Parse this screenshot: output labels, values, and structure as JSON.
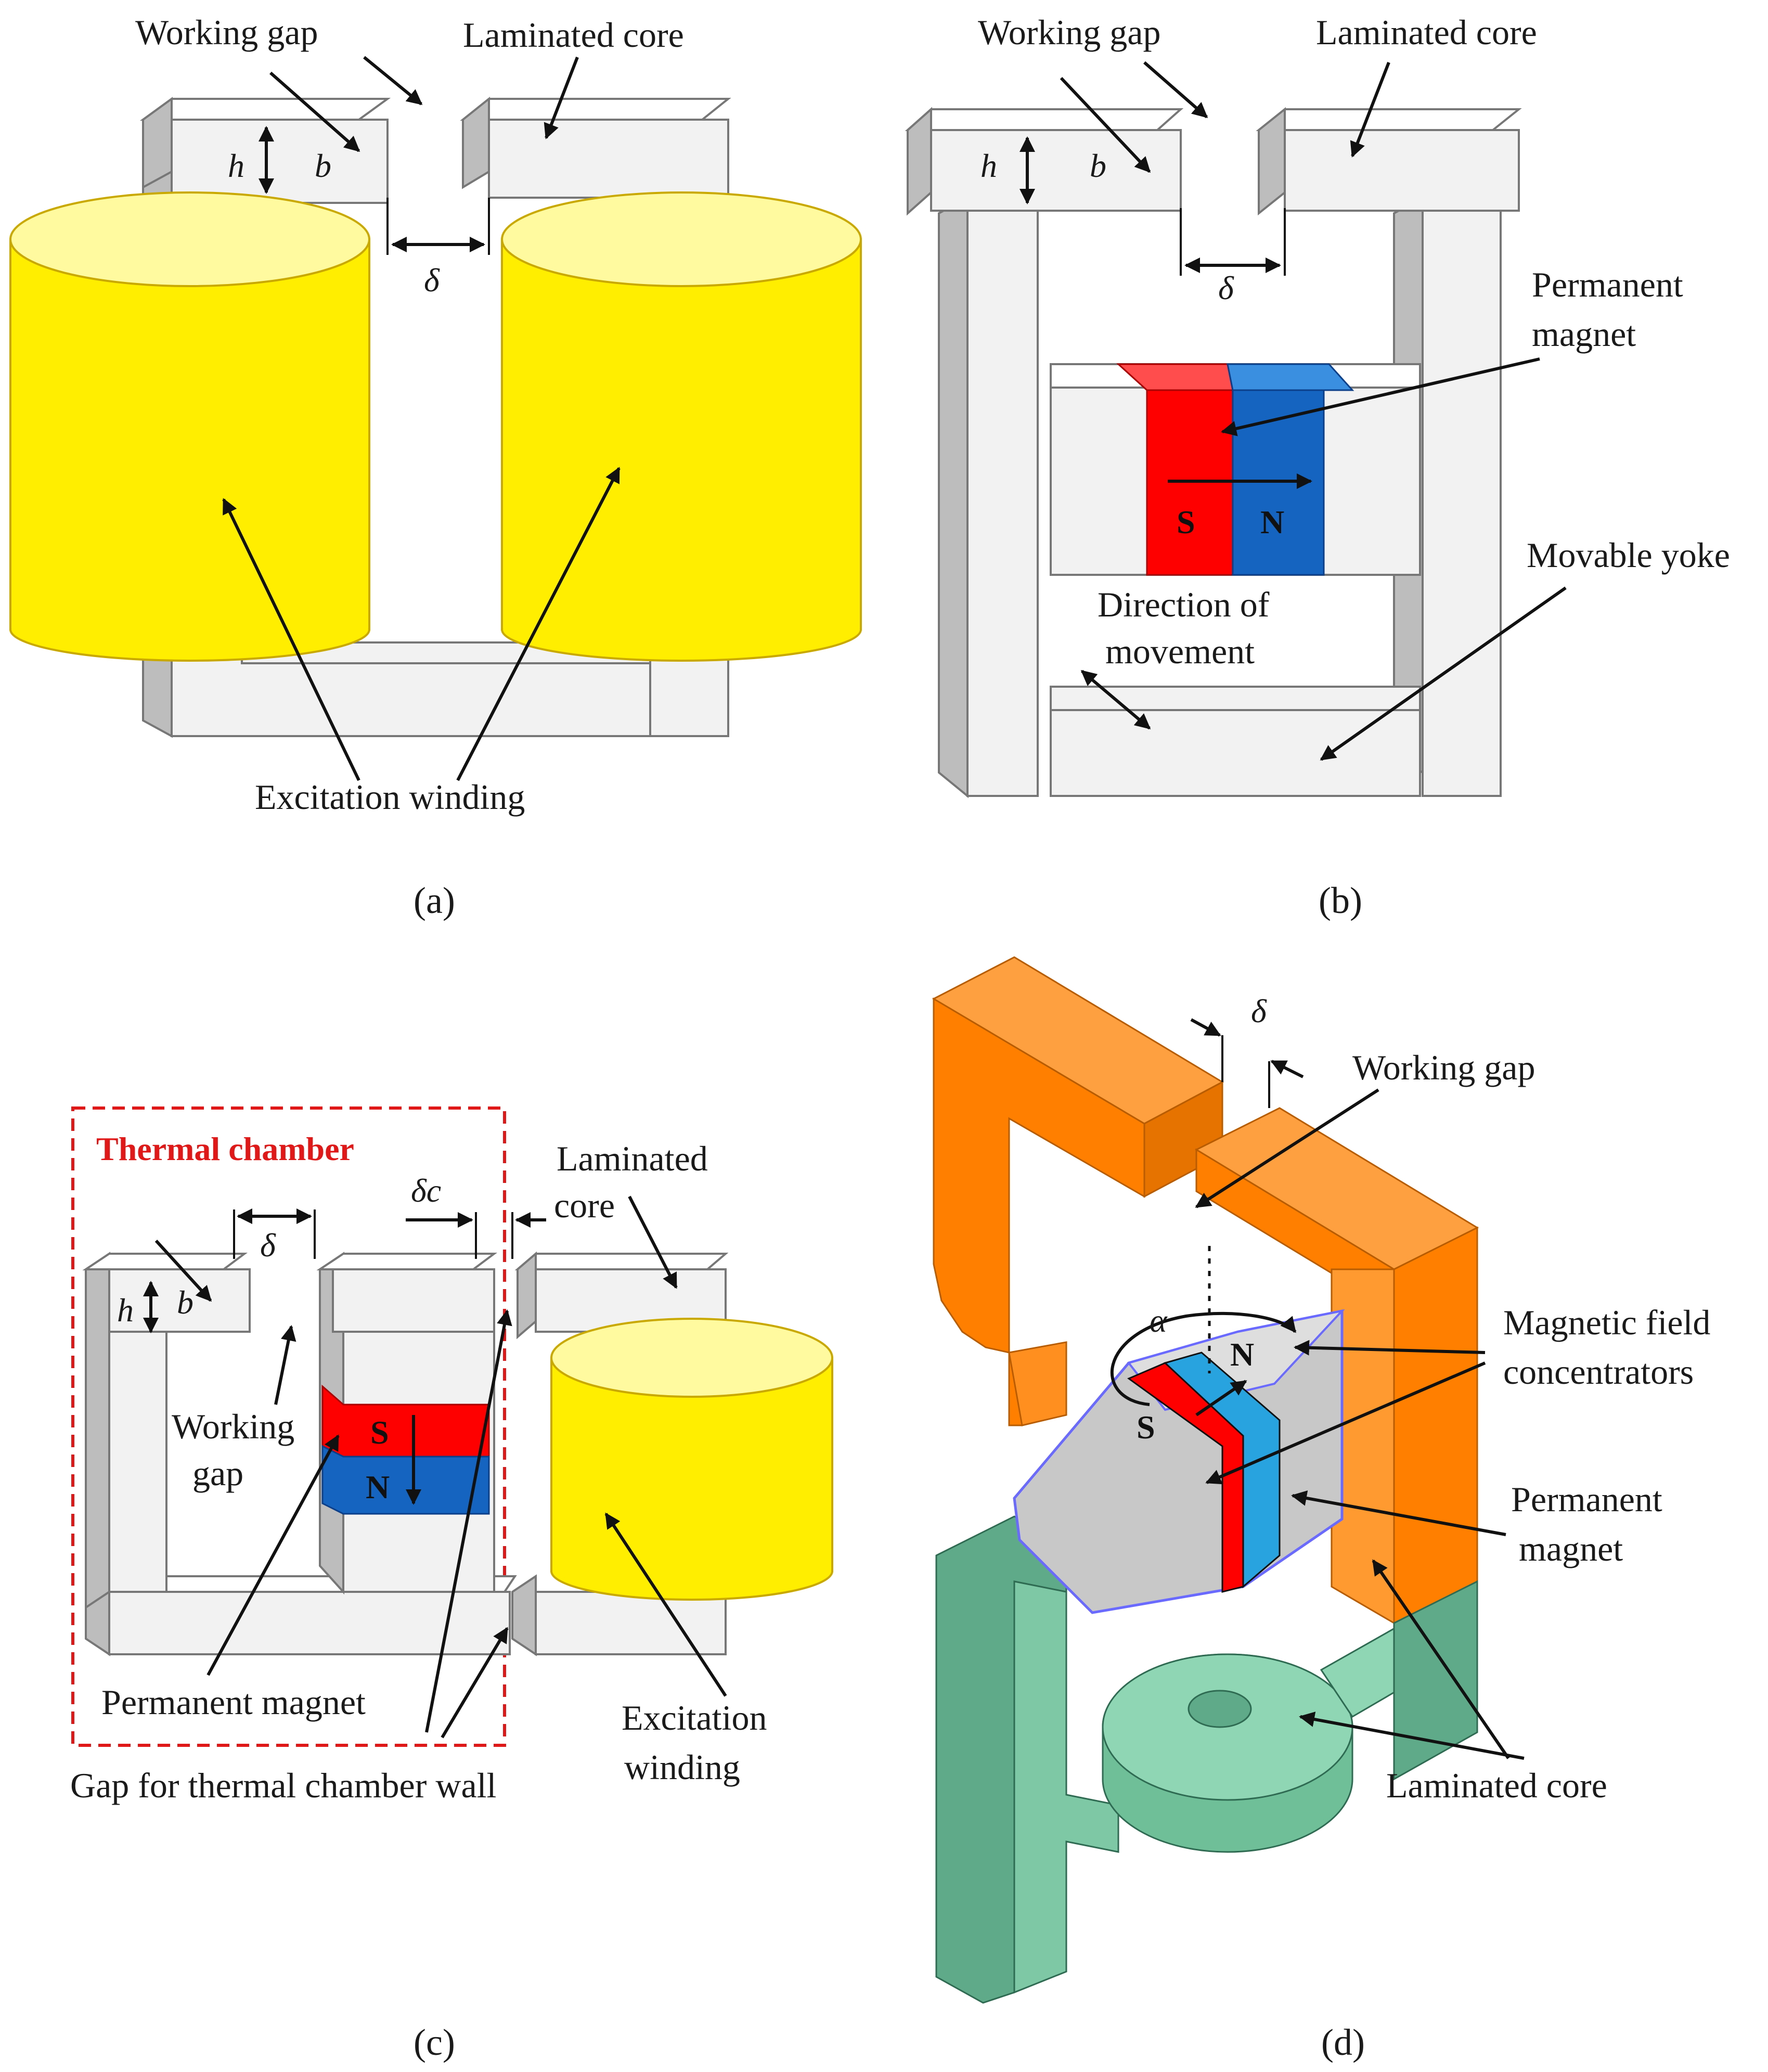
{
  "panel_a": {
    "caption": "(a)",
    "working_gap": "Working gap",
    "laminated_core": "Laminated core",
    "h": "h",
    "b": "b",
    "delta": "δ",
    "excitation_winding": "Excitation winding"
  },
  "panel_b": {
    "caption": "(b)",
    "working_gap": "Working gap",
    "laminated_core": "Laminated core",
    "h": "h",
    "b": "b",
    "delta": "δ",
    "permanent_magnet_1": "Permanent",
    "permanent_magnet_2": "magnet",
    "pole_s": "S",
    "pole_n": "N",
    "movable_yoke": "Movable yoke",
    "direction_1": "Direction of",
    "direction_2": "movement"
  },
  "panel_c": {
    "caption": "(c)",
    "thermal_chamber": "Thermal chamber",
    "laminated_core_1": "Laminated",
    "laminated_core_2": "core",
    "delta": "δ",
    "delta_c": "δc",
    "h": "h",
    "b": "b",
    "working_gap_1": "Working",
    "working_gap_2": "gap",
    "pole_s": "S",
    "pole_n": "N",
    "permanent_magnet": "Permanent magnet",
    "gap_wall": "Gap for thermal chamber wall",
    "excitation_1": "Excitation",
    "excitation_2": "winding"
  },
  "panel_d": {
    "caption": "(d)",
    "delta": "δ",
    "working_gap": "Working gap",
    "alpha": "α",
    "concentrators_1": "Magnetic field",
    "concentrators_2": "concentrators",
    "pole_n": "N",
    "pole_s": "S",
    "permanent_magnet_1": "Permanent",
    "permanent_magnet_2": "magnet",
    "laminated_core": "Laminated core"
  },
  "colors": {
    "winding": "#ffee00",
    "magnet_s": "#ff0000",
    "magnet_n": "#1565c0",
    "orange_core": "#ff8000",
    "green_core": "#5faa88",
    "concentrator": "#c8c8c8",
    "thermal_border": "#e01818"
  }
}
